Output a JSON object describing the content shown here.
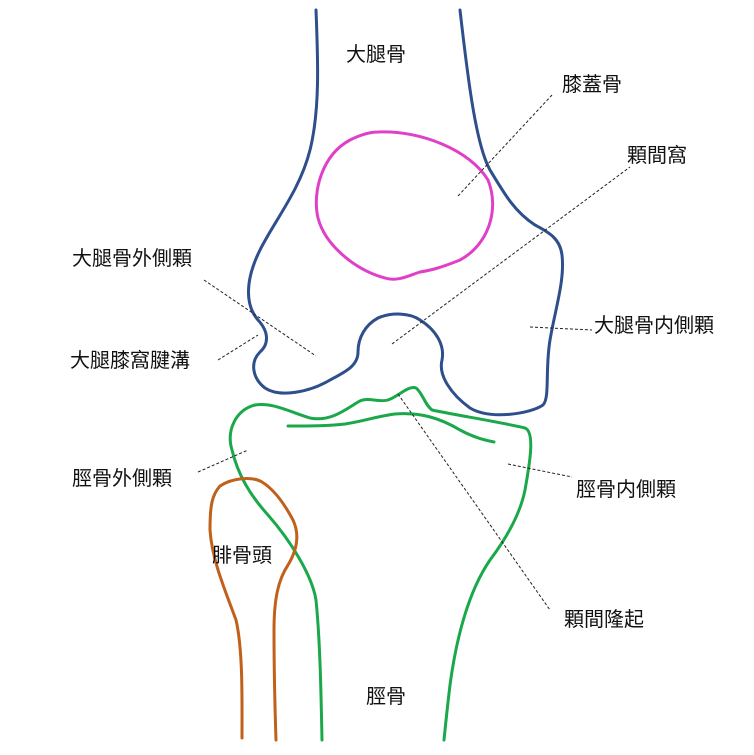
{
  "colors": {
    "femur": "#2e4e8c",
    "patella": "#e040c8",
    "tibia": "#1aa84a",
    "fibula": "#c0601a",
    "leader": "#222222",
    "text": "#111111"
  },
  "labels": {
    "femur": "大腿骨",
    "patella": "膝蓋骨",
    "intercondylar_fossa": "顆間窩",
    "lateral_femoral_condyle": "大腿骨外側顆",
    "popliteal_groove": "大腿膝窩腱溝",
    "medial_femoral_condyle": "大腿骨内側顆",
    "lateral_tibial_condyle": "脛骨外側顆",
    "medial_tibial_condyle": "脛骨内側顆",
    "fibular_head": "腓骨頭",
    "intercondylar_eminence": "顆間隆起",
    "tibia": "脛骨"
  }
}
